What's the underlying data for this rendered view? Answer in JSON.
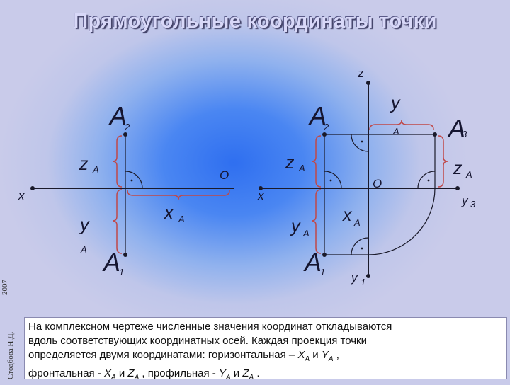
{
  "title": "Прямоугольные координаты точки",
  "side_text": "Стодбова Н.Д.",
  "side_year": "2007",
  "labels": {
    "z": "z",
    "x": "x",
    "O": "O",
    "y": "y",
    "y3": "y",
    "y1": "y",
    "n3": "3",
    "n1": "1",
    "A": "A",
    "two": "2",
    "one": "1",
    "three": "3",
    "zA": "z",
    "xA": "x",
    "yA": "y"
  },
  "caption": {
    "line1": "На комплексном чертеже численные значения координат откладываются",
    "line2": "вдоль соответствующих координатных осей. Каждая проекция точки",
    "line3_a": "определяется двумя координатами: горизонтальная – ",
    "line3_X": "X",
    "line3_and": " и ",
    "line3_Y": "Y",
    "line3_end": " ,",
    "line4_a": "фронтальная - ",
    "line4_X": "X",
    "line4_and1": "  и ",
    "line4_Z": "Z",
    "line4_mid": " , профильная  - ",
    "line4_Y": "Y",
    "line4_and2": "  и  ",
    "line4_Z2": "Z",
    "line4_end": " .",
    "sub_A": "A"
  }
}
